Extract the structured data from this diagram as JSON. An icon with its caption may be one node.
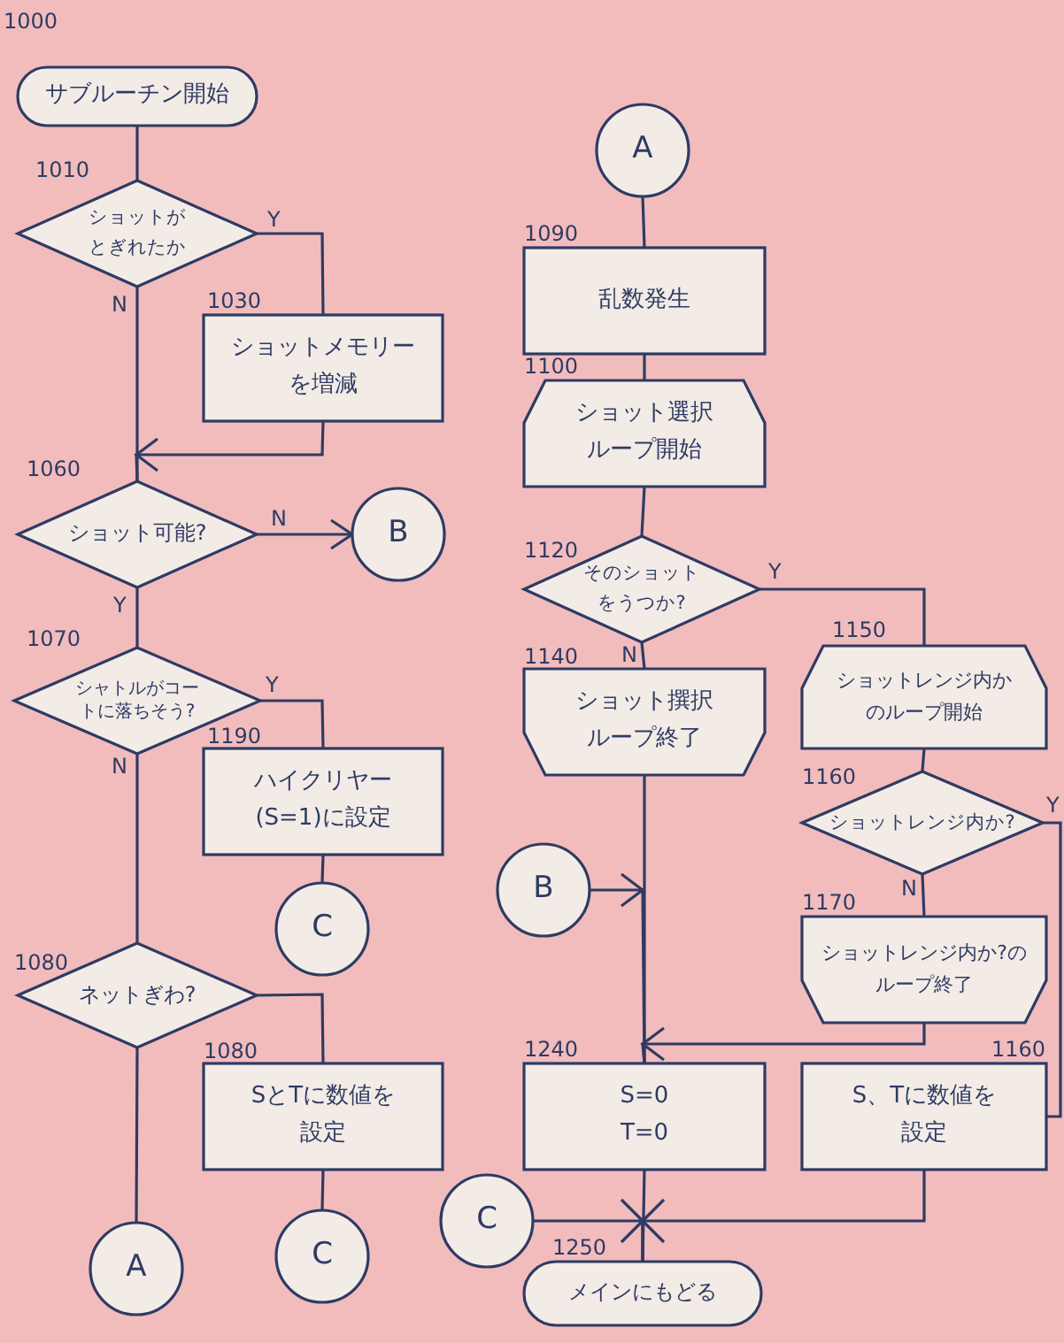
{
  "diagram": {
    "nodes": [
      {
        "text": [
          "サブルーチン開始"
        ],
        "beside": [
          "1000"
        ]
      },
      {
        "text": [
          "ショットがとぎれたか"
        ],
        "beside": [
          "1010"
        ]
      },
      {
        "text": [
          "ショットメモリーを増減"
        ],
        "beside": [
          "1030"
        ]
      },
      {
        "text": [
          "ショット可能?"
        ],
        "beside": [
          "1060"
        ]
      },
      {
        "text": [
          "B"
        ]
      },
      {
        "text": [
          "シャトルがコートに落ちそう?"
        ],
        "beside": [
          "1070"
        ]
      },
      {
        "text": [
          "ハイクリヤー(S=1)に設定"
        ],
        "beside": [
          "1190"
        ]
      },
      {
        "text": [
          "C"
        ]
      },
      {
        "text": [
          "ネットぎわ?"
        ],
        "beside": [
          "1080"
        ]
      },
      {
        "text": [
          "SとTに数値を設定"
        ],
        "beside": [
          "1080"
        ]
      },
      {
        "text": [
          "A"
        ]
      },
      {
        "text": [
          "C"
        ]
      },
      {
        "text": [
          "A"
        ]
      },
      {
        "text": [
          "乱数発生"
        ],
        "beside": [
          "1090"
        ]
      },
      {
        "text": [
          "ショット選択ループ開始"
        ],
        "beside": [
          "1100"
        ]
      },
      {
        "text": [
          "そのショットをうつか?"
        ],
        "beside": [
          "1120"
        ]
      },
      {
        "text": [
          "ショット撰択ループ終了"
        ],
        "beside": [
          "1140"
        ]
      },
      {
        "text": [
          "B"
        ]
      },
      {
        "text": [
          "ショットレンジ内かのループ開始"
        ],
        "beside": [
          "1150"
        ]
      },
      {
        "text": [
          "ショットレンジ内か?"
        ],
        "beside": [
          "1160"
        ]
      },
      {
        "text": [
          "ショットレンジ内か?のループ終了"
        ],
        "beside": [
          "1170"
        ]
      },
      {
        "text": [
          "S=0 T=0"
        ],
        "beside": [
          "1240"
        ]
      },
      {
        "text": [
          "S、Tに数値を設定"
        ],
        "beside": [
          "1160"
        ]
      },
      {
        "text": [
          "C"
        ]
      },
      {
        "text": [
          "メインにもどる"
        ],
        "beside": [
          "1250"
        ]
      }
    ],
    "edges": [
      {
        "from": 0,
        "to": 1,
        "arrow": "none"
      },
      {
        "from": 1,
        "to": 2,
        "arrow": "none",
        "label": "Y"
      },
      {
        "from": 1,
        "to": 3,
        "arrow": "none",
        "label": "N"
      },
      {
        "from": 2,
        "to": 3,
        "arrow": "to"
      },
      {
        "from": 3,
        "to": 4,
        "arrow": "to",
        "label": "N"
      },
      {
        "from": 3,
        "to": 5,
        "arrow": "none",
        "label": "Y"
      },
      {
        "from": 5,
        "to": 6,
        "arrow": "none",
        "label": "Y"
      },
      {
        "from": 5,
        "to": 8,
        "arrow": "none",
        "label": "N"
      },
      {
        "from": 6,
        "to": 7,
        "arrow": "none"
      },
      {
        "from": 8,
        "to": 9,
        "arrow": "none"
      },
      {
        "from": 8,
        "to": 10,
        "arrow": "none"
      },
      {
        "from": 9,
        "to": 11,
        "arrow": "none"
      },
      {
        "from": 12,
        "to": 13,
        "arrow": "none"
      },
      {
        "from": 13,
        "to": 14,
        "arrow": "none"
      },
      {
        "from": 14,
        "to": 15,
        "arrow": "none"
      },
      {
        "from": 15,
        "to": 16,
        "arrow": "none",
        "label": "N"
      },
      {
        "from": 15,
        "to": 18,
        "arrow": "none",
        "label": "Y"
      },
      {
        "from": 16,
        "to": 21,
        "arrow": "none"
      },
      {
        "from": 17,
        "to": 21,
        "arrow": "to"
      },
      {
        "from": 18,
        "to": 19,
        "arrow": "none"
      },
      {
        "from": 19,
        "to": 20,
        "arrow": "none",
        "label": "N"
      },
      {
        "from": 19,
        "to": 22,
        "arrow": "none",
        "label": "Y"
      },
      {
        "from": 20,
        "to": 21,
        "arrow": "to"
      },
      {
        "from": 21,
        "to": 24,
        "arrow": "none"
      },
      {
        "from": 23,
        "to": 24,
        "arrow": "none"
      },
      {
        "from": 22,
        "to": 24,
        "arrow": "none"
      }
    ]
  }
}
